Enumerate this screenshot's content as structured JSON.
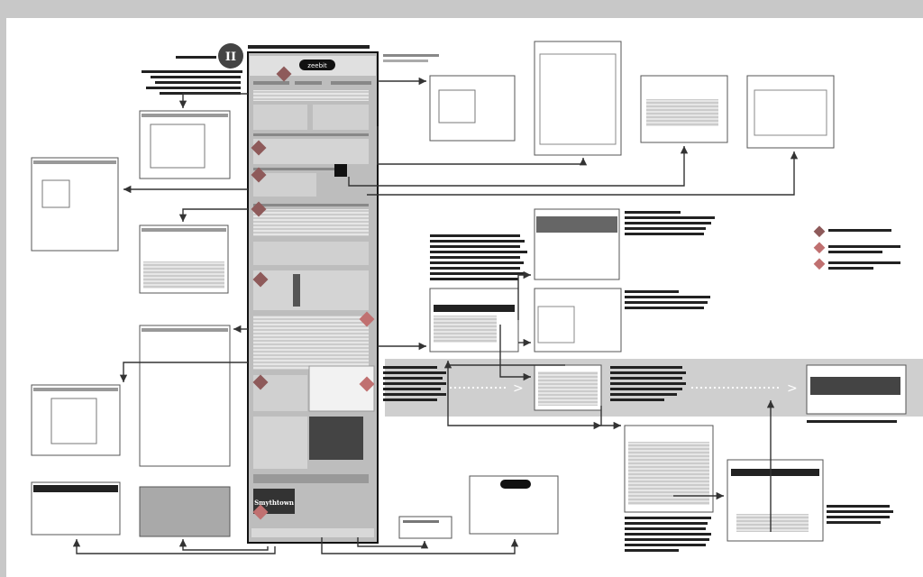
{
  "diagram": {
    "section_number": "II",
    "center_logo_text": "zeebit",
    "bottom_logo_text": "Smythtown",
    "colors": {
      "background": "#c8c8c8",
      "canvas": "#ffffff",
      "band": "#cfcfcf",
      "marker_red": "#8e5a5a",
      "marker_pink": "#c07070",
      "text_block": "#222222"
    },
    "legend_markers": [
      "marker-red",
      "marker-pink",
      "marker-pink"
    ],
    "band_chevrons": [
      ">",
      ">"
    ]
  }
}
